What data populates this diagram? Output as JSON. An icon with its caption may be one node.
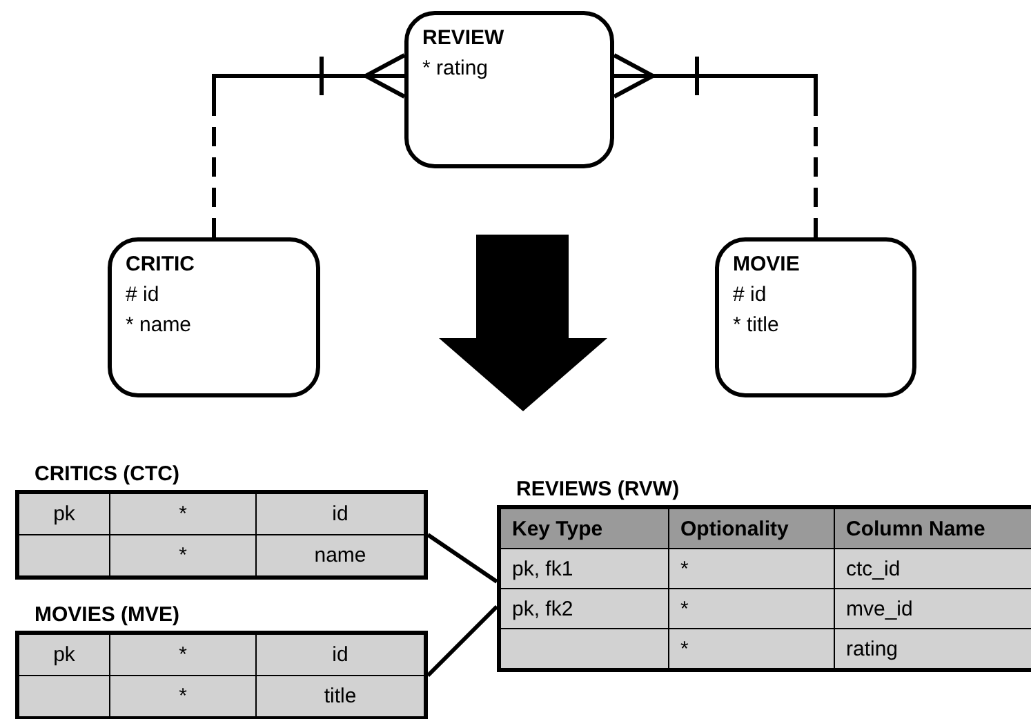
{
  "diagram": {
    "nodes": [
      {
        "text": [
          "REVIEW",
          "* rating"
        ]
      },
      {
        "text": [
          "CRITIC",
          "# id",
          "* name"
        ]
      },
      {
        "text": [
          "MOVIE",
          "# id",
          "* title"
        ]
      },
      {
        "text": [
          "CRITICS (CTC)",
          "pk",
          "*",
          "id",
          "*",
          "name"
        ]
      },
      {
        "text": [
          "MOVIES (MVE)",
          "pk",
          "*",
          "id",
          "*",
          "title"
        ]
      },
      {
        "text": [
          "REVIEWS (RVW)",
          "Key Type",
          "Optionality",
          "Column Name",
          "pk, fk1",
          "*",
          "ctc_id",
          "pk, fk2",
          "*",
          "mve_id",
          "*",
          "rating"
        ]
      }
    ],
    "edges": [
      {
        "from": 1,
        "to": 0,
        "arrow": "other",
        "style": "dashed"
      },
      {
        "from": 2,
        "to": 0,
        "arrow": "other",
        "style": "dashed"
      },
      {
        "from": 3,
        "to": 5,
        "arrow": "none"
      },
      {
        "from": 4,
        "to": 5,
        "arrow": "none"
      }
    ]
  }
}
